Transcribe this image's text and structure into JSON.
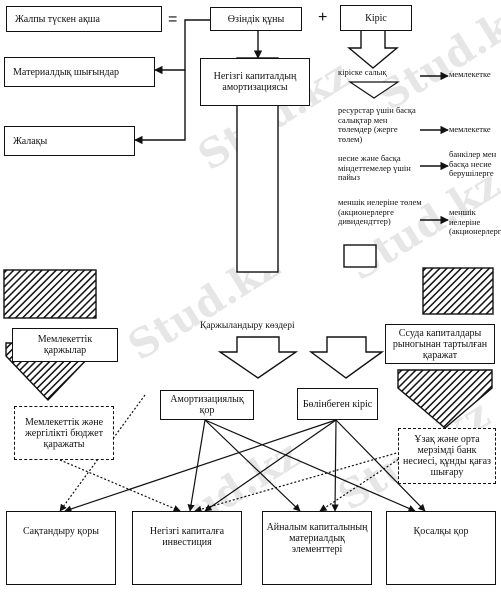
{
  "diagram": {
    "top": {
      "gross_income": "Жалпы түскен ақша",
      "own_income": "Өзіндік құны",
      "profit": "Кіріс",
      "minus": "=",
      "plus": "+"
    },
    "left_column": {
      "material_costs": "Материалдық шығындар",
      "salary": "Жалақы"
    },
    "center": {
      "depreciation": "Негізгі капиталдың амортизациясы"
    },
    "tax_rows": {
      "income_tax": "кіріске салық",
      "resource_payments": "ресурстар үшін басқа салықтар мен төлемдер (жерге төлем)",
      "interest": "несие және басқа міндеттемелер үшін пайыз",
      "owners_payment": "меншік иелеріне төлем (акционерлерге дивидендттер)"
    },
    "recipients": {
      "state_1": "мемлекетке",
      "state_2": "мемлекетке",
      "banks": "банкілер мен басқа несие берушілерге",
      "owners": "меншік иелеріне (акционерлерге)"
    },
    "sources_title": "Қаржыландыру көздері",
    "lower": {
      "state_funds": "Мемлекеттік қаржылар",
      "state_budget": "Мемлекеттік және жергілікті бюджет қаражаты",
      "depreciation_fund": "Амортизациялық қор",
      "retained_profit": "Бөлінбеген кіріс",
      "loan_market": "Ссуда капиталдары рыногынан тартылған қаражат",
      "bank_credit": "Ұзақ және орта мерзімді банк несиесі, құнды қағаз шығару"
    },
    "bottom": {
      "insurance": "Сақтандыру қоры",
      "fixed_investment": "Негізгі капиталға инвестиция",
      "working_capital": "Айналым капиталының материалдық элементтері",
      "reserve": "Қосалқы қор"
    },
    "watermark": "Stud.kz"
  }
}
